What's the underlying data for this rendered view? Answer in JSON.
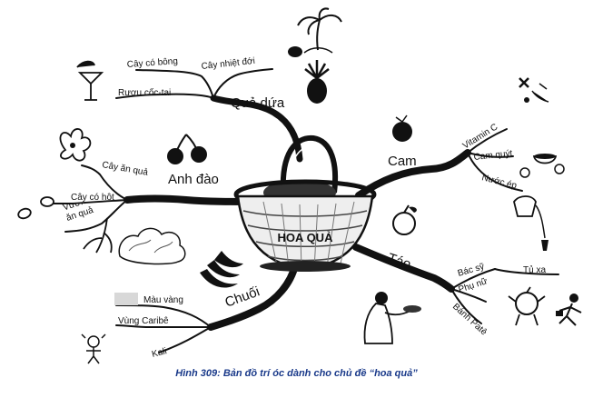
{
  "center": {
    "label": "HOA QUẢ"
  },
  "branches": {
    "qua_dua": {
      "label": "Quả dứa",
      "children": [
        "Cây có bông",
        "Cây nhiệt đới",
        "Rượu cốc-tai"
      ]
    },
    "anh_dao": {
      "label": "Anh đào",
      "children": [
        "Cây ăn quả",
        "Cây có hột",
        "Vườn cây ăn quả"
      ]
    },
    "cam": {
      "label": "Cam",
      "children": [
        "Vitamin C",
        "Cam quýt",
        "Nước ép"
      ]
    },
    "tao": {
      "label": "Táo",
      "children": [
        "Bác sỹ",
        "Tủ xa",
        "Phụ nữ",
        "Bánh Patê"
      ]
    },
    "chuoi": {
      "label": "Chuối",
      "children": [
        "Màu vàng",
        "Vùng Caribê",
        "Kali"
      ]
    }
  },
  "caption": "Hình 309: Bản đồ trí óc dành cho chủ đề “hoa quả”",
  "colors": {
    "ink": "#111111",
    "caption": "#1a3a8a",
    "swatch": "#d8d8d8"
  }
}
